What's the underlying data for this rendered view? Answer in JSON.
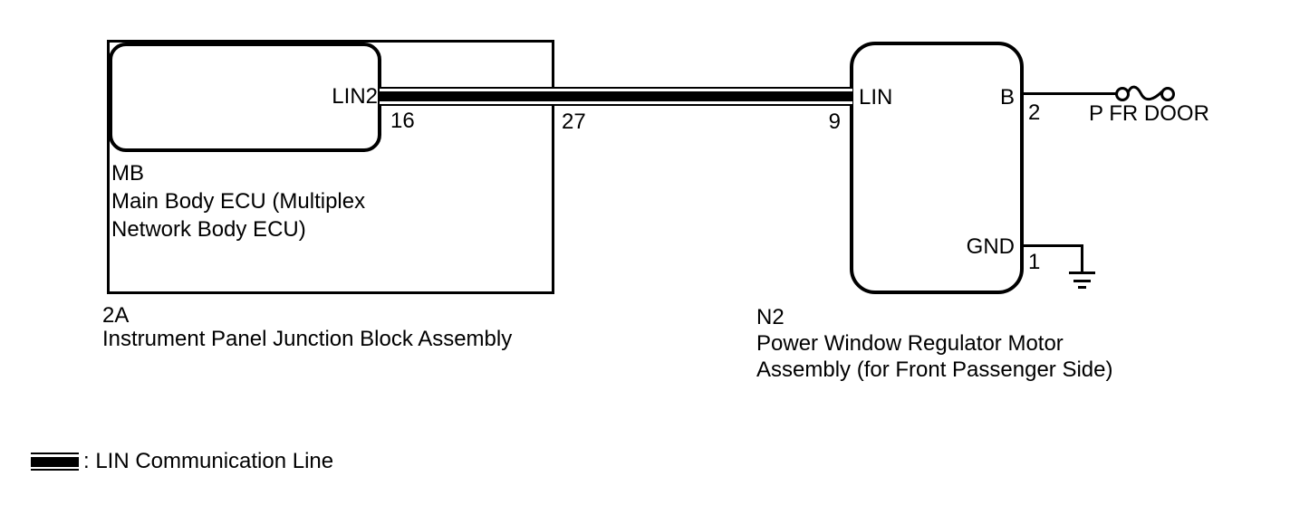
{
  "junction_block": {
    "code": "2A",
    "name": "Instrument Panel Junction Block Assembly",
    "pin_16": "16",
    "pin_27": "27"
  },
  "main_body_ecu": {
    "code": "MB",
    "name_line_1": "Main Body ECU (Multiplex",
    "name_line_2": "Network Body ECU)",
    "terminal_lin2": "LIN2"
  },
  "motor_assembly": {
    "code": "N2",
    "name_line_1": "Power Window Regulator Motor",
    "name_line_2": "Assembly (for Front Passenger Side)",
    "terminal_lin": "LIN",
    "pin_9": "9",
    "terminal_b": "B",
    "pin_2": "2",
    "terminal_gnd": "GND",
    "pin_1": "1"
  },
  "connector": {
    "destination": "P FR DOOR",
    "icon": "door-connector-icon"
  },
  "ground": {
    "icon": "ground-icon"
  },
  "legend": {
    "icon": "lin-line-icon",
    "lin_line_label": ": LIN Communication Line"
  },
  "colors": {
    "line": "#000000",
    "background": "#ffffff"
  }
}
